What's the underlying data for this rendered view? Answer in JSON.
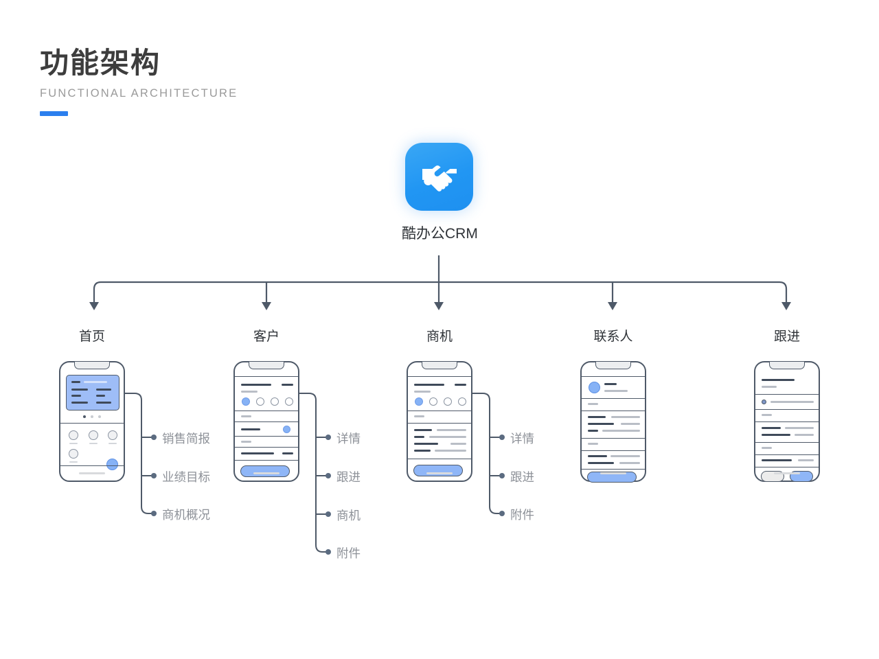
{
  "header": {
    "title": "功能架构",
    "subtitle": "FUNCTIONAL ARCHITECTURE",
    "accent_color": "#2b7fee",
    "title_color": "#3d3d3d",
    "subtitle_color": "#9a9a9a"
  },
  "root": {
    "label": "酷办公CRM",
    "icon": "handshake-icon",
    "icon_background": "#2196f3"
  },
  "diagram": {
    "line_color": "#4e5968",
    "branch_label_color": "#8d9198",
    "accent_blue": "#8fb6f7",
    "background": "#ffffff"
  },
  "columns": [
    {
      "title": "首页",
      "branches": [
        "销售简报",
        "业绩目标",
        "商机概况"
      ]
    },
    {
      "title": "客户",
      "branches": [
        "详情",
        "跟进",
        "商机",
        "附件"
      ]
    },
    {
      "title": "商机",
      "branches": [
        "详情",
        "跟进",
        "附件"
      ]
    },
    {
      "title": "联系人",
      "branches": []
    },
    {
      "title": "跟进",
      "branches": []
    }
  ]
}
